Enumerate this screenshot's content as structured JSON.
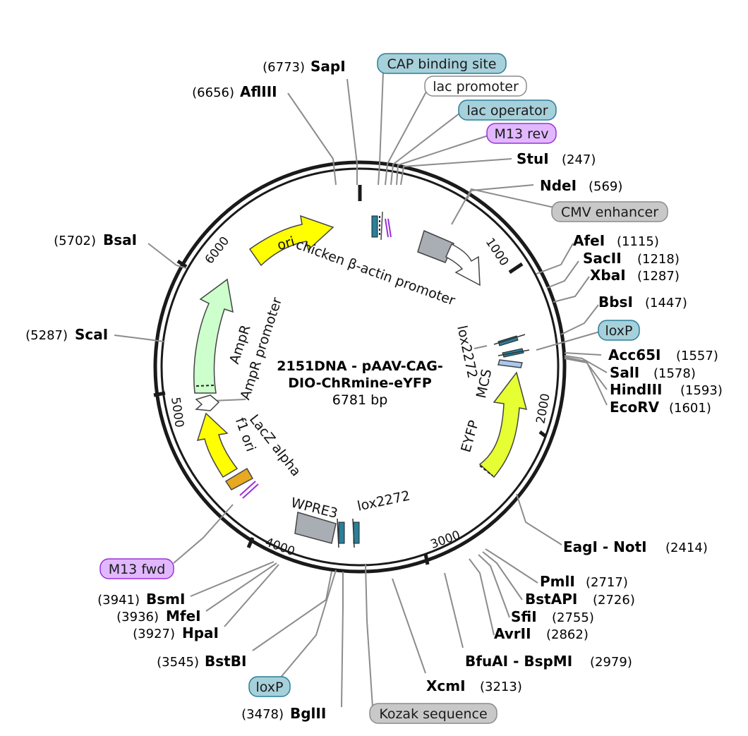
{
  "plasmid": {
    "name_line1": "2151DNA - pAAV-CAG-",
    "name_line2": "DIO-ChRmine-eYFP",
    "length": "6781 bp"
  },
  "ticks": [
    "1000",
    "2000",
    "3000",
    "4000",
    "5000",
    "6000"
  ],
  "sites": {
    "sapi": {
      "name": "SapI",
      "pos": "(6773)"
    },
    "afliii": {
      "name": "AflIII",
      "pos": "(6656)"
    },
    "stui": {
      "name": "StuI",
      "pos": "(247)"
    },
    "ndei": {
      "name": "NdeI",
      "pos": "(569)"
    },
    "afei": {
      "name": "AfeI",
      "pos": "(1115)"
    },
    "sacii": {
      "name": "SacII",
      "pos": "(1218)"
    },
    "xbai": {
      "name": "XbaI",
      "pos": "(1287)"
    },
    "bbsi": {
      "name": "BbsI",
      "pos": "(1447)"
    },
    "acc65i": {
      "name": "Acc65I",
      "pos": "(1557)"
    },
    "sali": {
      "name": "SalI",
      "pos": "(1578)"
    },
    "hindiii": {
      "name": "HindIII",
      "pos": "(1593)"
    },
    "ecorv": {
      "name": "EcoRV",
      "pos": "(1601)"
    },
    "eagi_noti": {
      "name": "EagI - NotI",
      "pos": "(2414)"
    },
    "pmli": {
      "name": "PmlI",
      "pos": "(2717)"
    },
    "bstapi": {
      "name": "BstAPI",
      "pos": "(2726)"
    },
    "sfii": {
      "name": "SfiI",
      "pos": "(2755)"
    },
    "avrii": {
      "name": "AvrII",
      "pos": "(2862)"
    },
    "bfuai_bspmi": {
      "name": "BfuAI - BspMI",
      "pos": "(2979)"
    },
    "xcmi": {
      "name": "XcmI",
      "pos": "(3213)"
    },
    "bglii": {
      "name": "BglII",
      "pos": "(3478)"
    },
    "bstbi": {
      "name": "BstBI",
      "pos": "(3545)"
    },
    "hpai": {
      "name": "HpaI",
      "pos": "(3927)"
    },
    "mfei": {
      "name": "MfeI",
      "pos": "(3936)"
    },
    "bsmi": {
      "name": "BsmI",
      "pos": "(3941)"
    },
    "scai": {
      "name": "ScaI",
      "pos": "(5287)"
    },
    "bsai": {
      "name": "BsaI",
      "pos": "(5702)"
    }
  },
  "badges": {
    "cap_binding_site": "CAP binding site",
    "lac_promoter": "lac promoter",
    "lac_operator": "lac operator",
    "m13_rev": "M13 rev",
    "cmv_enhancer": "CMV enhancer",
    "loxp_right": "loxP",
    "m13_fwd": "M13 fwd",
    "loxp_bottom": "loxP",
    "kozak_sequence": "Kozak sequence"
  },
  "features": {
    "ori": "ori",
    "chicken_actin_promoter": "chicken β-actin promoter",
    "ampr": "AmpR",
    "ampr_promoter": "AmpR promoter",
    "lox2272_top": "lox2272",
    "mcs": "MCS",
    "eyfp": "EYFP",
    "lacz_alpha": "LacZ alpha",
    "f1_ori": "f1 ori",
    "wpre3": "WPRE3",
    "lox2272_bottom": "lox2272"
  },
  "colors": {
    "ori": "#ffff00",
    "ampr": "#ccffcc",
    "eyfp": "#e6ff33",
    "f1_ori": "#ffff00",
    "lacz": "#e6a91f",
    "promoter": "#ffffff",
    "cmv": "#a9adb4",
    "wpre3": "#a9adb4",
    "lox": "#2a7f99",
    "mcs": "#a9c8f0",
    "badge_teal": "#a6d0da",
    "badge_purple": "#e1b8ff",
    "badge_gray": "#c8c8c8",
    "badge_white": "#ffffff"
  }
}
